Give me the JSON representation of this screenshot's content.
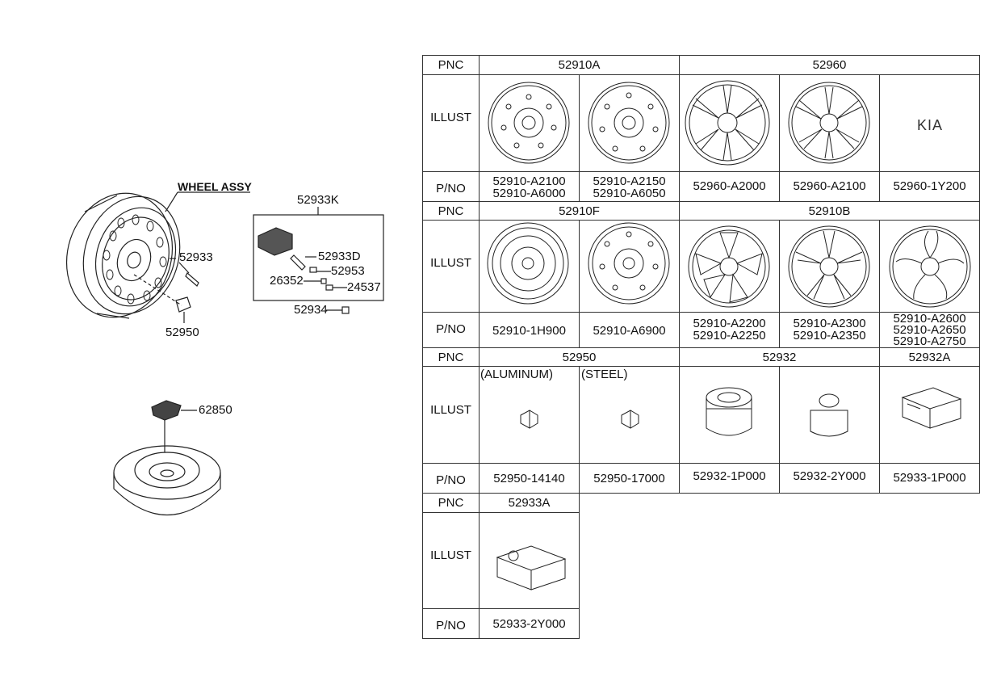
{
  "diagram": {
    "wheel_assy": "WHEEL ASSY",
    "p52933": "52933",
    "p52950": "52950",
    "p52933k": "52933K",
    "p52933d": "52933D",
    "p52953": "52953",
    "p26352": "26352",
    "p24537": "24537",
    "p52934": "52934",
    "p62850": "62850"
  },
  "table": {
    "row_labels": {
      "pnc": "PNC",
      "illust": "ILLUST",
      "pno": "P/NO"
    },
    "band1": {
      "pnc": [
        "52910A",
        "52960"
      ],
      "pno": [
        [
          "52910-A2100",
          "52910-A6000"
        ],
        [
          "52910-A2150",
          "52910-A6050"
        ],
        [
          "52960-A2000"
        ],
        [
          "52960-A2100"
        ],
        [
          "52960-1Y200"
        ]
      ],
      "logo": "KIA"
    },
    "band2": {
      "pnc": [
        "52910F",
        "52910B"
      ],
      "pno": [
        [
          "52910-1H900"
        ],
        [
          "52910-A6900"
        ],
        [
          "52910-A2200",
          "52910-A2250"
        ],
        [
          "52910-A2300",
          "52910-A2350"
        ],
        [
          "52910-A2600",
          "52910-A2650",
          "52910-A2750"
        ]
      ]
    },
    "band3": {
      "pnc": [
        "52950",
        "52932",
        "52932A"
      ],
      "notes": [
        "(ALUMINUM)",
        "(STEEL)"
      ],
      "pno": [
        [
          "52950-14140"
        ],
        [
          "52950-17000"
        ],
        [
          "52932-1P000"
        ],
        [
          "52932-2Y000"
        ],
        [
          "52933-1P000"
        ]
      ]
    },
    "band4": {
      "pnc": [
        "52933A"
      ],
      "pno": [
        [
          "52933-2Y000"
        ]
      ]
    }
  }
}
